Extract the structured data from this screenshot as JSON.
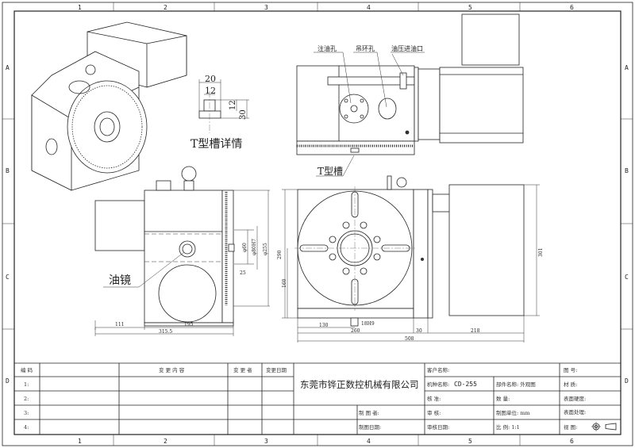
{
  "ruler": {
    "columns": [
      "1",
      "2",
      "3",
      "4",
      "5",
      "6"
    ],
    "rows": [
      "A",
      "B",
      "C",
      "D"
    ]
  },
  "annotations": {
    "t_slot_detail": "T型槽详情",
    "t_slot": "T型槽",
    "oil_sight_glass": "油镜",
    "oil_fill_hole": "注油孔",
    "lifting_ring_hole": "吊环孔",
    "hydraulic_oil_inlet": "油压进油口"
  },
  "dimensions": {
    "t_slot_width": "20",
    "t_slot_neck": "12",
    "t_slot_neck_h": "12",
    "t_slot_height": "30",
    "side_111": "111",
    "side_195": "195",
    "side_total": "315.5",
    "side_d60": "φ60",
    "side_d80": "φ80H7",
    "side_d255": "φ255",
    "side_25": "25",
    "front_290": "290",
    "front_160": "160",
    "front_301": "301",
    "front_130": "130",
    "front_18h9": "18H9",
    "front_260": "260",
    "front_30": "30",
    "front_218": "218",
    "front_508": "508"
  },
  "change_table": {
    "headers": [
      "编 码",
      "变 更 内 容",
      "变 更 者",
      "变更日期"
    ],
    "rows": [
      "1:",
      "2:",
      "3:",
      "4:"
    ]
  },
  "title_block": {
    "company": "东莞市铧正数控机械有限公司",
    "customer": "客户名称:",
    "drawing_no": "图    号:",
    "model_label": "机种名称:",
    "model_value": "CD-255",
    "part_name": "部件名称: 外观图",
    "material": "材    质:",
    "approve": "核    准:",
    "quantity": "数    量:",
    "hardness": "表面硬度:",
    "drawer": "制 图 者:",
    "review": "审    核:",
    "unit": "制图单位: mm",
    "surface": "表面处理:",
    "draw_date": "制图日期:",
    "review_date": "审核日期:",
    "scale": "比    例: 1:1",
    "view": "视    图:"
  }
}
